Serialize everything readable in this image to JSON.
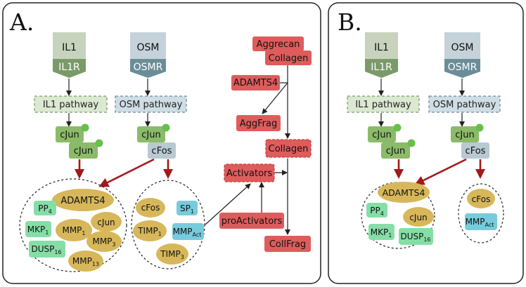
{
  "colors": {
    "il1_light": "#c7d3bd",
    "il1_dark": "#7b9a69",
    "osm_light": "#c5d2d9",
    "osm_dark": "#6a8d97",
    "pathway_green": "#dbe8d2",
    "pathway_blue": "#cfdde5",
    "cjun": "#8bbb68",
    "cfos": "#b9c9d2",
    "dot": "#66c04a",
    "red_box": "#df5c5c",
    "red_edge": "#c33c3c",
    "gold": "#d7b75a",
    "mint": "#86dea7",
    "cyan": "#77cbdc",
    "dark_red_arrow": "#a3191b"
  },
  "panels": [
    {
      "id": "A",
      "letter": "A.",
      "receptors": [
        {
          "ligand": "IL1",
          "receptor": "IL1R",
          "pathway": "IL1 pathway",
          "theme": "green"
        },
        {
          "ligand": "OSM",
          "receptor": "OSMR",
          "pathway": "OSM pathway",
          "theme": "blue"
        }
      ],
      "factors": [
        {
          "id": "cjun_a",
          "label": "cJun",
          "kind": "cjun"
        },
        {
          "id": "cjun_b",
          "label": "cJun",
          "kind": "cjun"
        },
        {
          "id": "cjun_c",
          "label": "cJun",
          "kind": "cjun"
        },
        {
          "id": "cfos",
          "label": "cFos",
          "kind": "cfos"
        }
      ],
      "left_cluster": [
        {
          "id": "adamts4",
          "label": "ADAMTS4",
          "sub": "",
          "kind": "gold"
        },
        {
          "id": "pp4",
          "label": "PP",
          "sub": "4",
          "kind": "mint"
        },
        {
          "id": "cjun",
          "label": "cJun",
          "sub": "",
          "kind": "gold"
        },
        {
          "id": "mkp1",
          "label": "MKP",
          "sub": "1",
          "kind": "mint"
        },
        {
          "id": "mmp1",
          "label": "MMP",
          "sub": "1",
          "kind": "gold"
        },
        {
          "id": "mmp3",
          "label": "MMP",
          "sub": "3",
          "kind": "gold"
        },
        {
          "id": "dusp16",
          "label": "DUSP",
          "sub": "16",
          "kind": "mint"
        },
        {
          "id": "mmp13",
          "label": "MMP",
          "sub": "13",
          "kind": "gold"
        }
      ],
      "right_cluster": [
        {
          "id": "cfos",
          "label": "cFos",
          "sub": "",
          "kind": "gold"
        },
        {
          "id": "sp1",
          "label": "SP",
          "sub": "1",
          "kind": "cyan"
        },
        {
          "id": "timp1",
          "label": "TIMP",
          "sub": "1",
          "kind": "gold"
        },
        {
          "id": "mmpact",
          "label": "MMP",
          "sub": "Act",
          "kind": "cyan"
        },
        {
          "id": "timp3",
          "label": "TIMP",
          "sub": "3",
          "kind": "gold"
        }
      ],
      "matrix": [
        {
          "id": "aggrecan",
          "label": "Aggrecan",
          "dashed": false
        },
        {
          "id": "collagen_top",
          "label": "Collagen",
          "dashed": false
        },
        {
          "id": "adamts4",
          "label": "ADAMTS4",
          "dashed": false
        },
        {
          "id": "aggfrag",
          "label": "AggFrag",
          "dashed": false
        },
        {
          "id": "collagen",
          "label": "Collagen",
          "dashed": true
        },
        {
          "id": "activators",
          "label": "Activators",
          "dashed": true
        },
        {
          "id": "proactivators",
          "label": "proActivators",
          "dashed": false
        },
        {
          "id": "collfrag",
          "label": "CollFrag",
          "dashed": false
        }
      ]
    },
    {
      "id": "B",
      "letter": "B.",
      "receptors": [
        {
          "ligand": "IL1",
          "receptor": "IL1R",
          "pathway": "IL1 pathway",
          "theme": "green"
        },
        {
          "ligand": "OSM",
          "receptor": "OSMR",
          "pathway": "OSM pathway",
          "theme": "blue"
        }
      ],
      "factors": [
        {
          "id": "cjun_a",
          "label": "cJun",
          "kind": "cjun"
        },
        {
          "id": "cjun_b",
          "label": "cJun",
          "kind": "cjun"
        },
        {
          "id": "cjun_c",
          "label": "cJun",
          "kind": "cjun"
        },
        {
          "id": "cfos",
          "label": "cFos",
          "kind": "cfos"
        }
      ],
      "left_cluster": [
        {
          "id": "adamts4",
          "label": "ADAMTS4",
          "sub": "",
          "kind": "gold"
        },
        {
          "id": "pp4",
          "label": "PP",
          "sub": "4",
          "kind": "mint"
        },
        {
          "id": "cjun",
          "label": "cJun",
          "sub": "",
          "kind": "gold"
        },
        {
          "id": "mkp1",
          "label": "MKP",
          "sub": "1",
          "kind": "mint"
        },
        {
          "id": "dusp16",
          "label": "DUSP",
          "sub": "16",
          "kind": "mint"
        }
      ],
      "right_cluster": [
        {
          "id": "cfos",
          "label": "cFos",
          "sub": "",
          "kind": "gold"
        },
        {
          "id": "mmpact",
          "label": "MMP",
          "sub": "Act",
          "kind": "cyan"
        }
      ]
    }
  ]
}
